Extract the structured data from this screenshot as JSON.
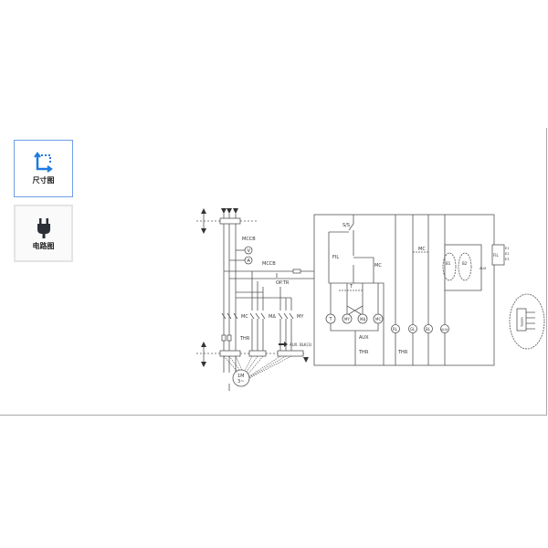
{
  "tabs": [
    {
      "label": "尺寸图",
      "icon": "dimension-icon",
      "active": true
    },
    {
      "label": "电路图",
      "icon": "plug-icon",
      "active": false
    }
  ],
  "colors": {
    "accent": "#1e7be0",
    "tab_border_active": "#6ea0e8",
    "line": "#555555"
  },
  "diagram": {
    "labels": {
      "mccb1": "MCCB",
      "volt": "V",
      "amp": "A",
      "mccb2": "MCCB",
      "optr": "OP.TR",
      "mc": "MC",
      "md": "MΔ",
      "my": "MY",
      "thr": "THR",
      "aux_blk": "AUX. BLK(3)",
      "motor": "1M",
      "motor_phase": "3~",
      "ss": "S/S",
      "fil": "FIL",
      "mc_r": "MC",
      "t": "T",
      "lamp_t": "T",
      "lamp_my": "MY",
      "lamp_md": "MΔ",
      "lamp_mc": "MC",
      "aux": "AUX",
      "thr_r": "THR",
      "mc2": "MC",
      "thr2": "THR",
      "rl": "RL",
      "gl": "GL",
      "bl": "BL",
      "aux_lamp": "AUX",
      "contact_b1": "B1",
      "contact_b2": "B2",
      "tr": "AUX",
      "fil2": "FIL",
      "e1": "E1",
      "e2": "E2",
      "e3": "E3",
      "timer": "TIMER"
    }
  }
}
